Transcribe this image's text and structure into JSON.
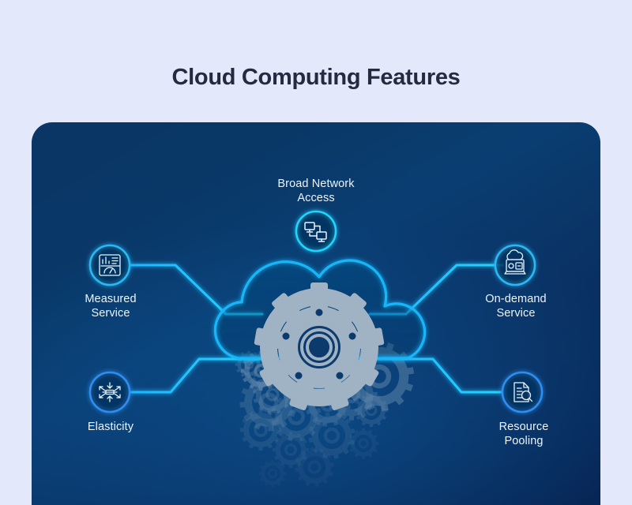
{
  "page": {
    "title": "Cloud Computing Features",
    "background_color": "#e4e8fb",
    "title_color": "#252a41"
  },
  "panel": {
    "accent_color": "#1fb6ff",
    "bg_gradient_from": "#0a3e72",
    "bg_gradient_to": "#061d49",
    "gear_color": "#9fb3c4"
  },
  "center": {
    "name": "cloud-with-gears",
    "icon": "cloud-icon",
    "inner_icon": "gear-icon"
  },
  "nodes": [
    {
      "id": "broad-network-access",
      "label": "Broad Network\nAccess",
      "icon": "network-devices-icon",
      "position": "top"
    },
    {
      "id": "measured-service",
      "label": "Measured\nService",
      "icon": "dashboard-gauge-icon",
      "position": "left-top"
    },
    {
      "id": "on-demand-service",
      "label": "On-demand\nService",
      "icon": "cloud-screen-icon",
      "position": "right-top"
    },
    {
      "id": "elasticity",
      "label": "Elasticity",
      "icon": "expand-arrows-icon",
      "position": "left-bottom"
    },
    {
      "id": "resource-pooling",
      "label": "Resource\nPooling",
      "icon": "document-search-icon",
      "position": "right-bottom"
    }
  ]
}
